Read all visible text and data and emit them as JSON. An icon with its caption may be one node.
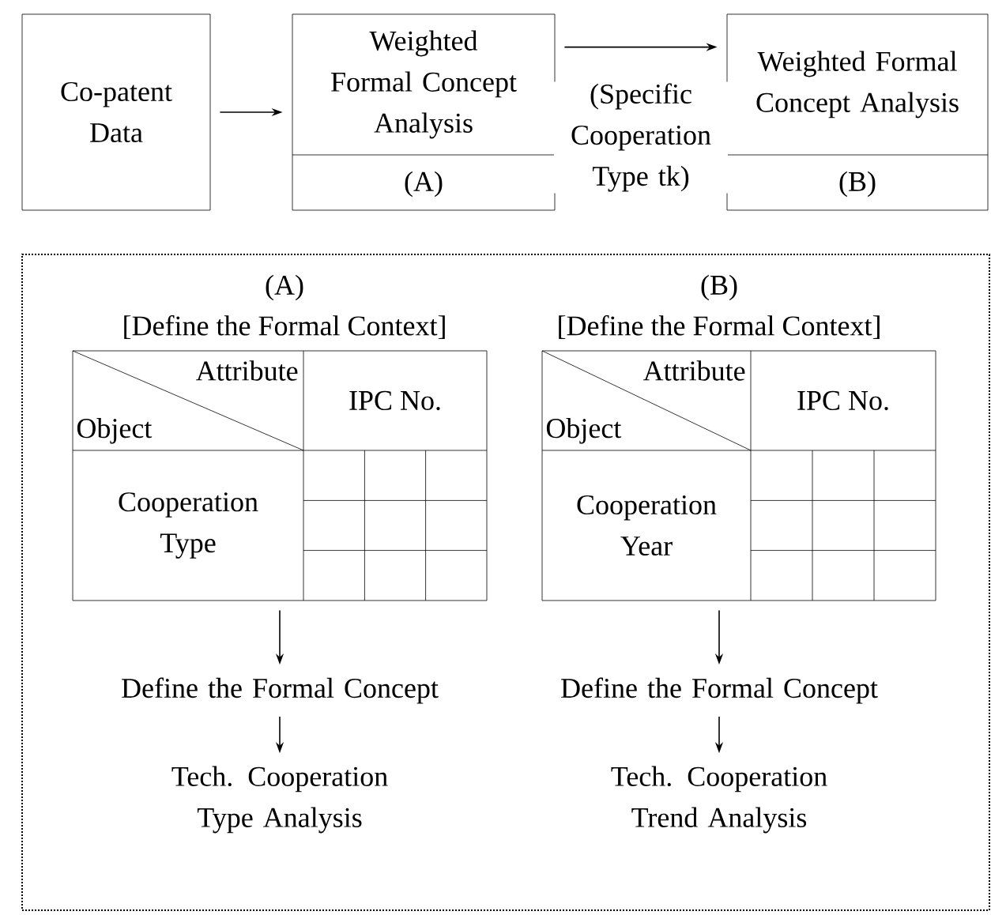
{
  "diagram": {
    "nodes": [
      {
        "text": [
          "Co-patent Data"
        ]
      },
      {
        "text": [
          "Weighted Formal Concept Analysis",
          "(A)"
        ]
      },
      {
        "text": [
          "Weighted Formal Concept Analysis",
          "(B)"
        ]
      },
      {
        "text": [],
        "shape": "box"
      },
      {
        "text": [
          "(A)",
          "[Define the Formal Context]",
          "Attribute",
          "Object",
          "IPC No.",
          "Cooperation Type"
        ],
        "in": 3
      },
      {
        "text": [
          "Define the Formal Concept"
        ],
        "in": 3
      },
      {
        "text": [
          "Tech. Cooperation Type Analysis"
        ],
        "in": 3
      },
      {
        "text": [
          "(B)",
          "[Define the Formal Context]",
          "Attribute",
          "Object",
          "IPC No.",
          "Cooperation Year"
        ],
        "in": 3
      },
      {
        "text": [
          "Define the Formal Concept"
        ],
        "in": 3
      },
      {
        "text": [
          "Tech. Cooperation Trend Analysis"
        ],
        "in": 3
      }
    ],
    "edges": [
      {
        "from": 0,
        "to": 1,
        "arrow": "to"
      },
      {
        "from": 1,
        "to": 2,
        "arrow": "to",
        "label": "(Specific Cooperation Type tk)"
      },
      {
        "from": 4,
        "to": 5,
        "arrow": "to"
      },
      {
        "from": 5,
        "to": 6,
        "arrow": "to"
      },
      {
        "from": 7,
        "to": 8,
        "arrow": "to"
      },
      {
        "from": 8,
        "to": 9,
        "arrow": "to"
      }
    ]
  }
}
